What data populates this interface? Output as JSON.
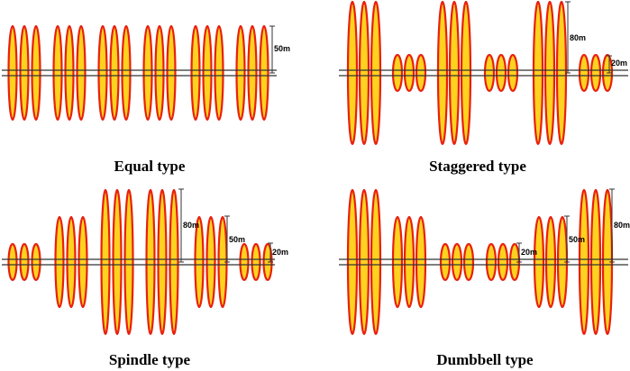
{
  "colors": {
    "ellipse_fill": "#FFD21F",
    "ellipse_stroke": "#E8200E",
    "line": "#333333",
    "text": "#000000"
  },
  "panels": [
    {
      "caption": "Equal type",
      "groups": [
        {
          "size": "equal",
          "count": 3
        },
        {
          "size": "equal",
          "count": 3
        },
        {
          "size": "equal",
          "count": 3
        },
        {
          "size": "equal",
          "count": 3
        },
        {
          "size": "equal",
          "count": 3
        },
        {
          "size": "equal",
          "count": 3
        }
      ],
      "dimensions": [
        {
          "label": "50m"
        }
      ]
    },
    {
      "caption": "Staggered type",
      "groups": [
        {
          "size": "large",
          "count": 3
        },
        {
          "size": "small",
          "count": 3
        },
        {
          "size": "large",
          "count": 3
        },
        {
          "size": "small",
          "count": 3
        },
        {
          "size": "large",
          "count": 3
        },
        {
          "size": "small",
          "count": 3
        }
      ],
      "dimensions": [
        {
          "label": "80m"
        },
        {
          "label": "20m"
        }
      ]
    },
    {
      "caption": "Spindle type",
      "groups": [
        {
          "size": "small",
          "count": 3
        },
        {
          "size": "medium",
          "count": 3
        },
        {
          "size": "large",
          "count": 3
        },
        {
          "size": "large",
          "count": 3
        },
        {
          "size": "medium",
          "count": 3
        },
        {
          "size": "small",
          "count": 3
        }
      ],
      "dimensions": [
        {
          "label": "80m"
        },
        {
          "label": "50m"
        },
        {
          "label": "20m"
        }
      ]
    },
    {
      "caption": "Dumbbell type",
      "groups": [
        {
          "size": "large",
          "count": 3
        },
        {
          "size": "medium",
          "count": 3
        },
        {
          "size": "small",
          "count": 3
        },
        {
          "size": "small",
          "count": 3
        },
        {
          "size": "medium",
          "count": 3
        },
        {
          "size": "large",
          "count": 3
        }
      ],
      "dimensions": [
        {
          "label": "20m"
        },
        {
          "label": "50m"
        },
        {
          "label": "80m"
        }
      ]
    }
  ]
}
